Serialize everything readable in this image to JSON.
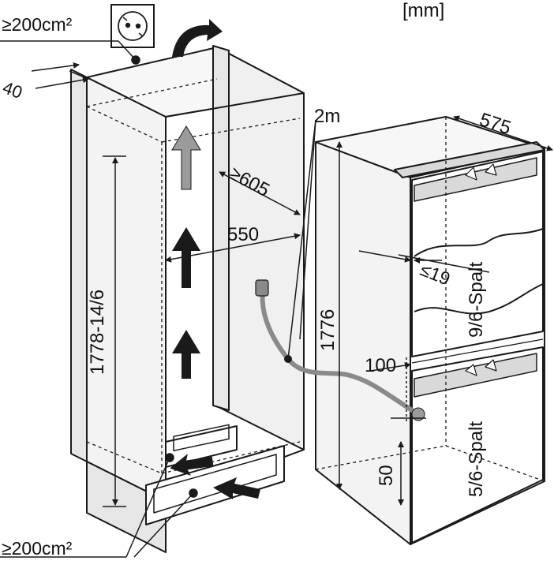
{
  "diagram": {
    "unit_label": "[mm]",
    "labels": {
      "vent_top": "≥200cm²",
      "vent_bottom": "≥200cm²",
      "dim_40": "40",
      "dim_2m": "2m",
      "dim_575": "575",
      "dim_605": "≥605",
      "dim_550": "550",
      "dim_niche_height": "1778-14/6",
      "dim_19": "≤19",
      "gap_upper": "9/6-Spalt",
      "dim_1776": "1776",
      "dim_100": "100",
      "gap_lower": "5/6-Spalt",
      "dim_50": "50"
    },
    "icons": {
      "socket": "power-socket-icon",
      "plug": "power-plug-icon",
      "airflow": "airflow-arrow-icon",
      "curved": "curved-arrow-icon"
    },
    "colors": {
      "line": "#1a1a1a",
      "cabinet_fill": "#f3f3f3",
      "cabinet_side": "#e6e6e6",
      "cable": "#8a8a8a",
      "arrow_fill": "#9b9b9b",
      "panel": "#d9d9d9"
    }
  }
}
